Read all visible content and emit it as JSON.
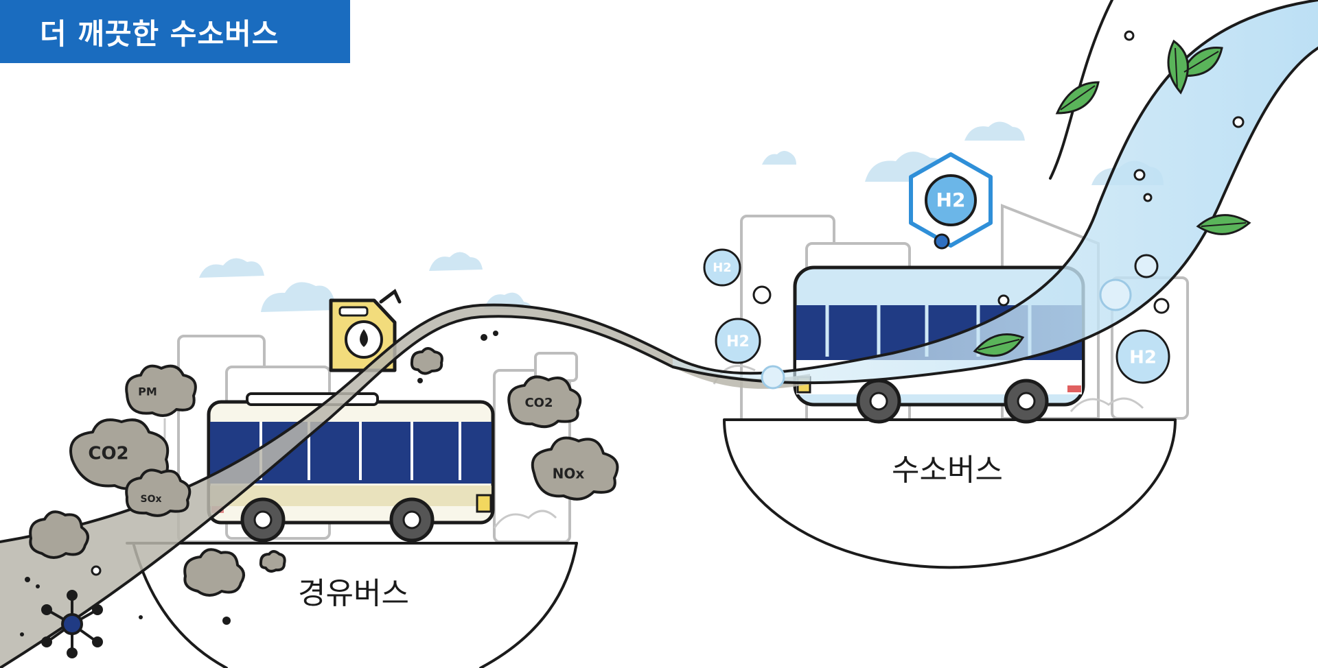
{
  "banner": {
    "title": "더 깨끗한 수소버스"
  },
  "diesel_bus": {
    "label": "경유버스"
  },
  "hydrogen_bus": {
    "label": "수소버스"
  },
  "emissions": {
    "pm": "PM",
    "co2_left": "CO2",
    "sox": "SOx",
    "co2_right": "CO2",
    "nox": "NOx"
  },
  "hydrogen": {
    "molecule": "H2",
    "bubble": "H2"
  },
  "colors": {
    "banner_blue": "#1a6cbf",
    "bus_navy": "#1f3b82",
    "smog_gray": "#bdbab0",
    "clean_blue": "#bfe1f5",
    "leaf_green": "#5ab45a",
    "fuel_yellow": "#f2dc7c"
  }
}
